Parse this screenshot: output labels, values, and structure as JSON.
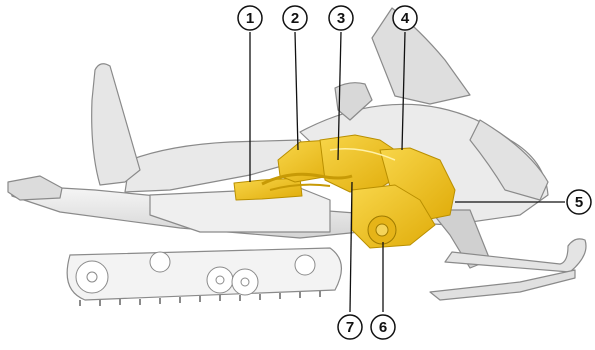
{
  "callouts": [
    {
      "number": "1"
    },
    {
      "number": "2"
    },
    {
      "number": "3"
    },
    {
      "number": "4"
    },
    {
      "number": "5"
    },
    {
      "number": "6"
    },
    {
      "number": "7"
    }
  ],
  "colors": {
    "highlight": "#f2c21b",
    "highlight_dark": "#b98f00",
    "body_light": "#f0f0f0",
    "body_mid": "#d9d9d9",
    "outline": "#8a8a8a",
    "callout_line": "#111111",
    "background": "#ffffff"
  }
}
